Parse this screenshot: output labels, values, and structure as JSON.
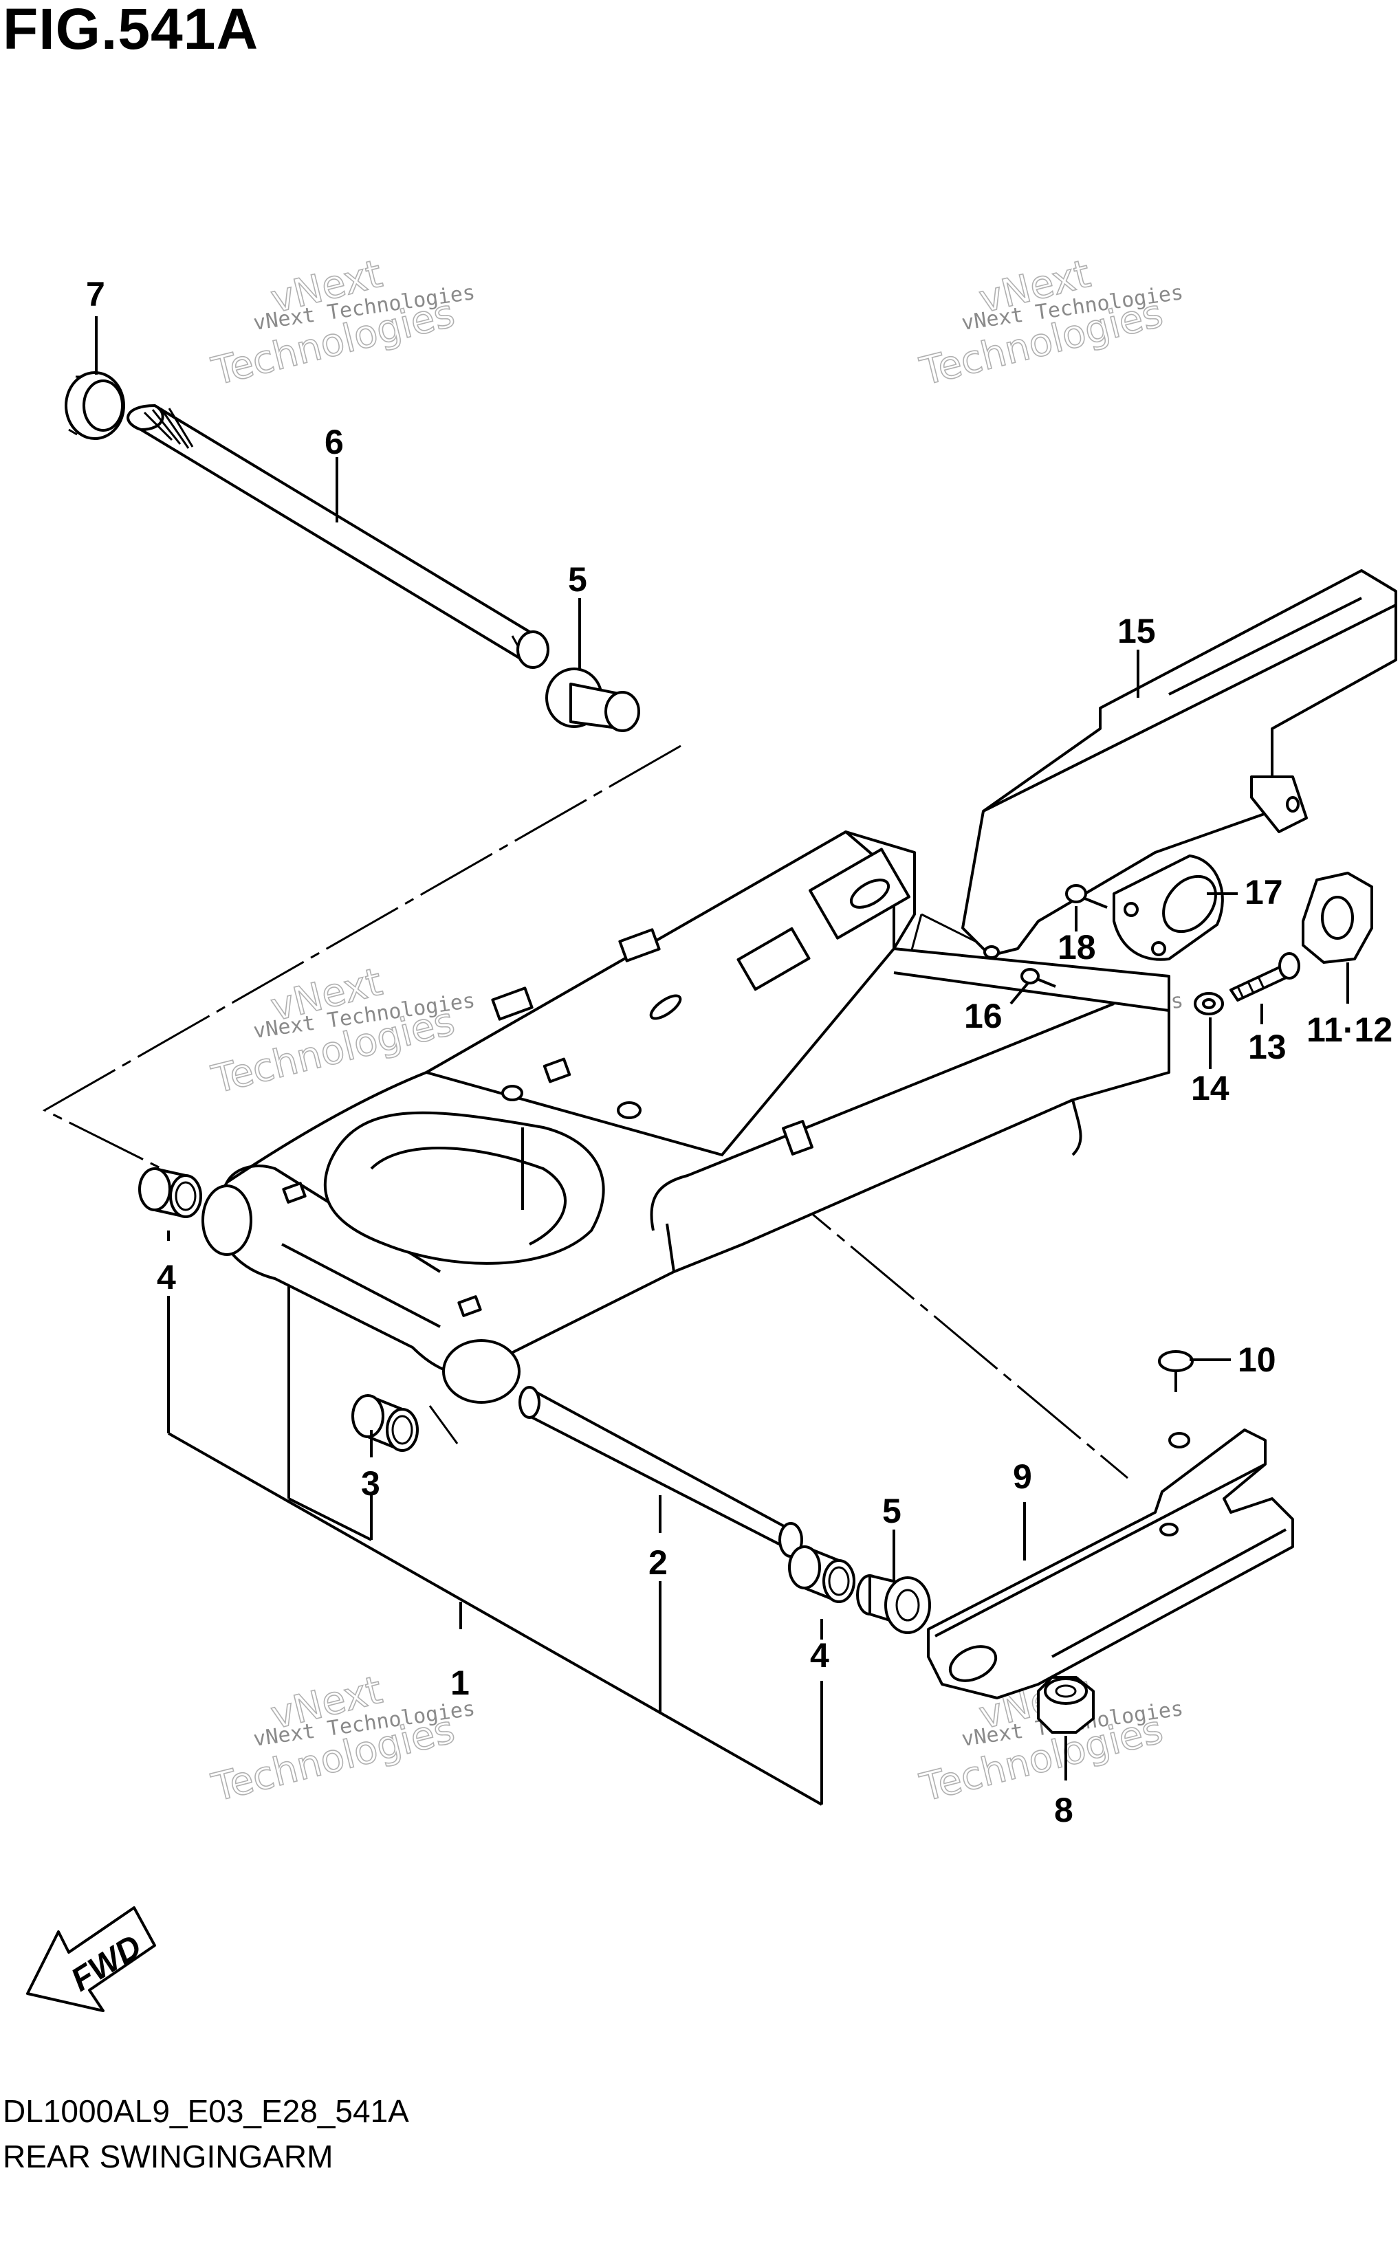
{
  "figure": {
    "title": "FIG.541A",
    "model_code": "DL1000AL9_E03_E28_541A",
    "name": "REAR SWINGINGARM"
  },
  "direction_label": "FWD",
  "watermark": {
    "line1": "vNext Technologies",
    "line2": "vNext",
    "line3": "Technologies"
  },
  "callouts": [
    {
      "id": "c7",
      "label": "7"
    },
    {
      "id": "c6",
      "label": "6"
    },
    {
      "id": "c5a",
      "label": "5"
    },
    {
      "id": "c15",
      "label": "15"
    },
    {
      "id": "c17",
      "label": "17"
    },
    {
      "id": "c18",
      "label": "18"
    },
    {
      "id": "c16",
      "label": "16"
    },
    {
      "id": "c13",
      "label": "13"
    },
    {
      "id": "c1112",
      "label": "11·12"
    },
    {
      "id": "c14",
      "label": "14"
    },
    {
      "id": "c4a",
      "label": "4"
    },
    {
      "id": "c10",
      "label": "10"
    },
    {
      "id": "c3",
      "label": "3"
    },
    {
      "id": "c9",
      "label": "9"
    },
    {
      "id": "c5b",
      "label": "5"
    },
    {
      "id": "c2",
      "label": "2"
    },
    {
      "id": "c4b",
      "label": "4"
    },
    {
      "id": "c1",
      "label": "1"
    },
    {
      "id": "c8",
      "label": "8"
    }
  ]
}
